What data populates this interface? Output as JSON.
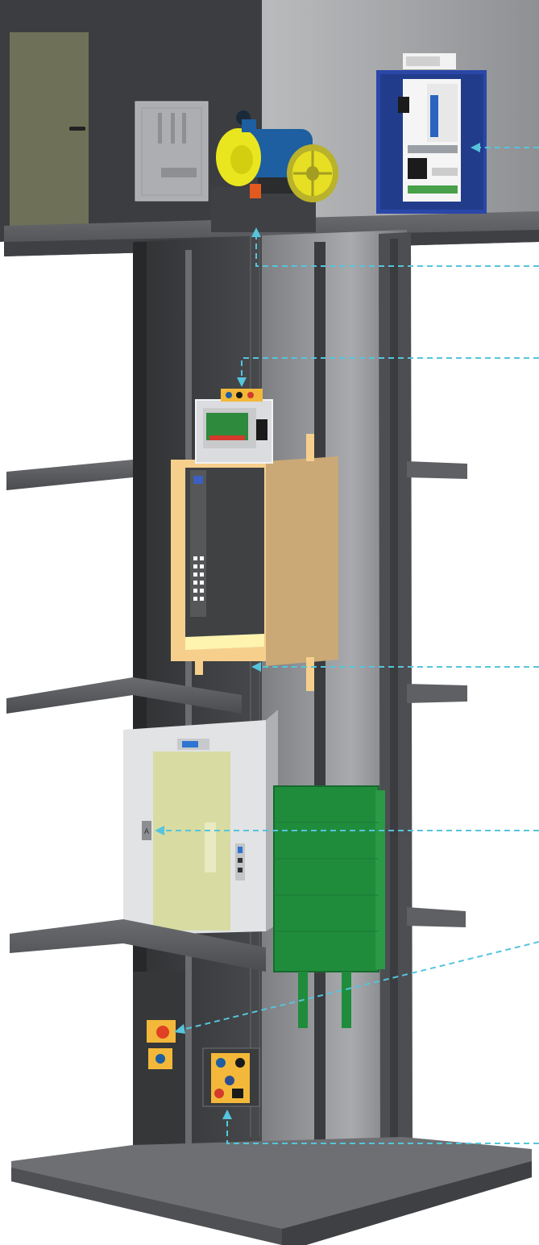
{
  "diagram": {
    "title": "",
    "components": [
      {
        "id": "machine-room",
        "icon": "machine-room-icon"
      },
      {
        "id": "controller-panel",
        "icon": "controller-cabinet-icon"
      },
      {
        "id": "traction-machine",
        "icon": "gear-motor-icon"
      },
      {
        "id": "machine-room-door",
        "icon": "door-icon"
      },
      {
        "id": "car-top-inspection-box",
        "icon": "inspection-box-icon"
      },
      {
        "id": "car-top-control-board",
        "icon": "circuit-board-icon"
      },
      {
        "id": "elevator-car",
        "icon": "cabin-icon"
      },
      {
        "id": "car-operating-panel",
        "icon": "keypad-icon"
      },
      {
        "id": "landing-door",
        "icon": "landing-door-icon"
      },
      {
        "id": "landing-indicator",
        "icon": "display-icon"
      },
      {
        "id": "landing-call-button",
        "icon": "call-button-icon"
      },
      {
        "id": "counterweight",
        "icon": "counterweight-icon"
      },
      {
        "id": "pit-stop-switch",
        "icon": "emergency-stop-icon"
      },
      {
        "id": "pit-inspection-box",
        "icon": "inspection-box-icon"
      }
    ],
    "floor_marker": "A",
    "colors": {
      "shaft_dark": "#3c3e40",
      "slab": "#5b5d60",
      "wall_light": "#9a9c9f",
      "car_frame": "#f6cf8d",
      "controller_blue": "#2a47a8",
      "motor_blue": "#1d5fa0",
      "motor_yellow": "#f2ec10",
      "counterweight_green": "#1f8c3c",
      "landing_door": "#d8dca2",
      "callout_cyan": "#56c4dc",
      "inspection_yellow": "#f3b83a"
    }
  }
}
